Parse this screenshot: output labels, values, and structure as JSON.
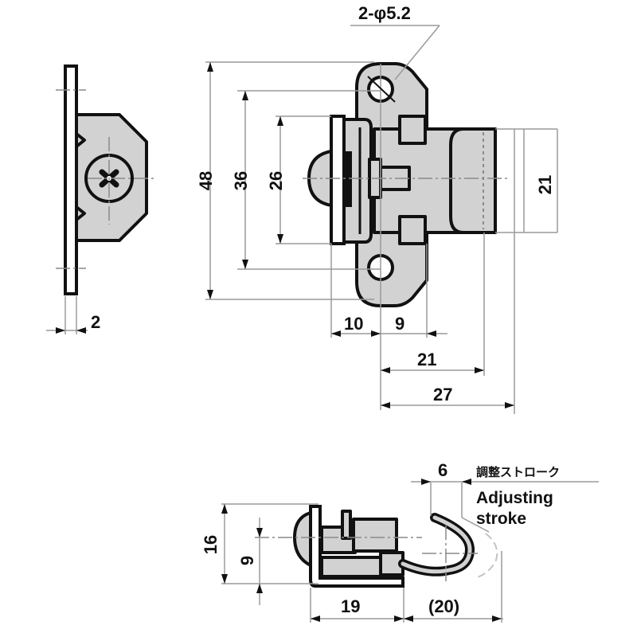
{
  "drawing": {
    "title": "Draw latch hook catch — dimensional drawing",
    "fill_color": "#d2d2d2",
    "line_color": "#111111",
    "dimension_line_color": "#9a9a9a"
  },
  "side_view": {
    "dimensions": {
      "thickness": "2"
    }
  },
  "front_view": {
    "hole_callout": "2-φ5.2",
    "dimensions": {
      "overall_height": "48",
      "hole_pitch": "36",
      "body_height": "26",
      "hook_width": "21",
      "left_offset": "10",
      "tab_offset": "9",
      "hook_reach": "21",
      "overall_reach": "27"
    }
  },
  "bottom_view": {
    "dimensions": {
      "height": "16",
      "center_height": "9",
      "base_length": "19",
      "hook_extension": "(20)",
      "stroke": "6"
    },
    "note_jp": "調整ストローク",
    "note_en_line1": "Adjusting",
    "note_en_line2": "stroke"
  }
}
